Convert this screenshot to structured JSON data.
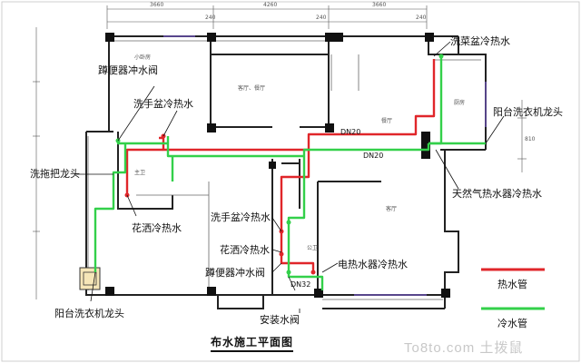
{
  "diagram": {
    "title": "布水施工平面图",
    "labels": {
      "toilet_flush_top": "蹲便器冲水阀",
      "basin_top": "洗手盆冷热水",
      "mop_faucet": "洗拖把龙头",
      "shower_left": "花洒冷热水",
      "balcony_washer_left": "阳台洗衣机龙头",
      "basin_mid": "洗手盆冷热水",
      "shower_mid": "花洒冷热水",
      "toilet_flush_mid": "蹲便器冲水阀",
      "install_valve": "安装水阀",
      "electric_heater": "电热水器冷热水",
      "kitchen_sink": "洗菜盆冷热水",
      "balcony_washer_right": "阳台洗衣机龙头",
      "gas_heater": "天然气热水器冷热水"
    },
    "pipe_sizes": {
      "dn20_upper": "DN20",
      "dn20_lower": "DN20",
      "dn32": "DN32"
    },
    "rooms": {
      "small_bedroom": "小卧房",
      "living_dining": "客厅、餐厅",
      "main_bath": "主卫",
      "kitchen": "厨房",
      "dining": "餐厅",
      "bedroom_right": "客厅",
      "bath_small": "公卫"
    },
    "dimensions": {
      "top_a": "3660",
      "top_b": "4260",
      "top_c": "3660",
      "top_w1": "240",
      "top_w2": "240",
      "top_w3": "240",
      "right_a": "810"
    },
    "legend": [
      {
        "label": "热水管",
        "color": "#e0262a"
      },
      {
        "label": "冷水管",
        "color": "#33d04a"
      }
    ],
    "colors": {
      "hot_pipe": "#e0262a",
      "cold_pipe": "#33d04a",
      "wall": "#222222",
      "pillar": "#111111",
      "window": "#7a5ccc"
    },
    "watermark": "To8to.com 土拨鼠"
  }
}
